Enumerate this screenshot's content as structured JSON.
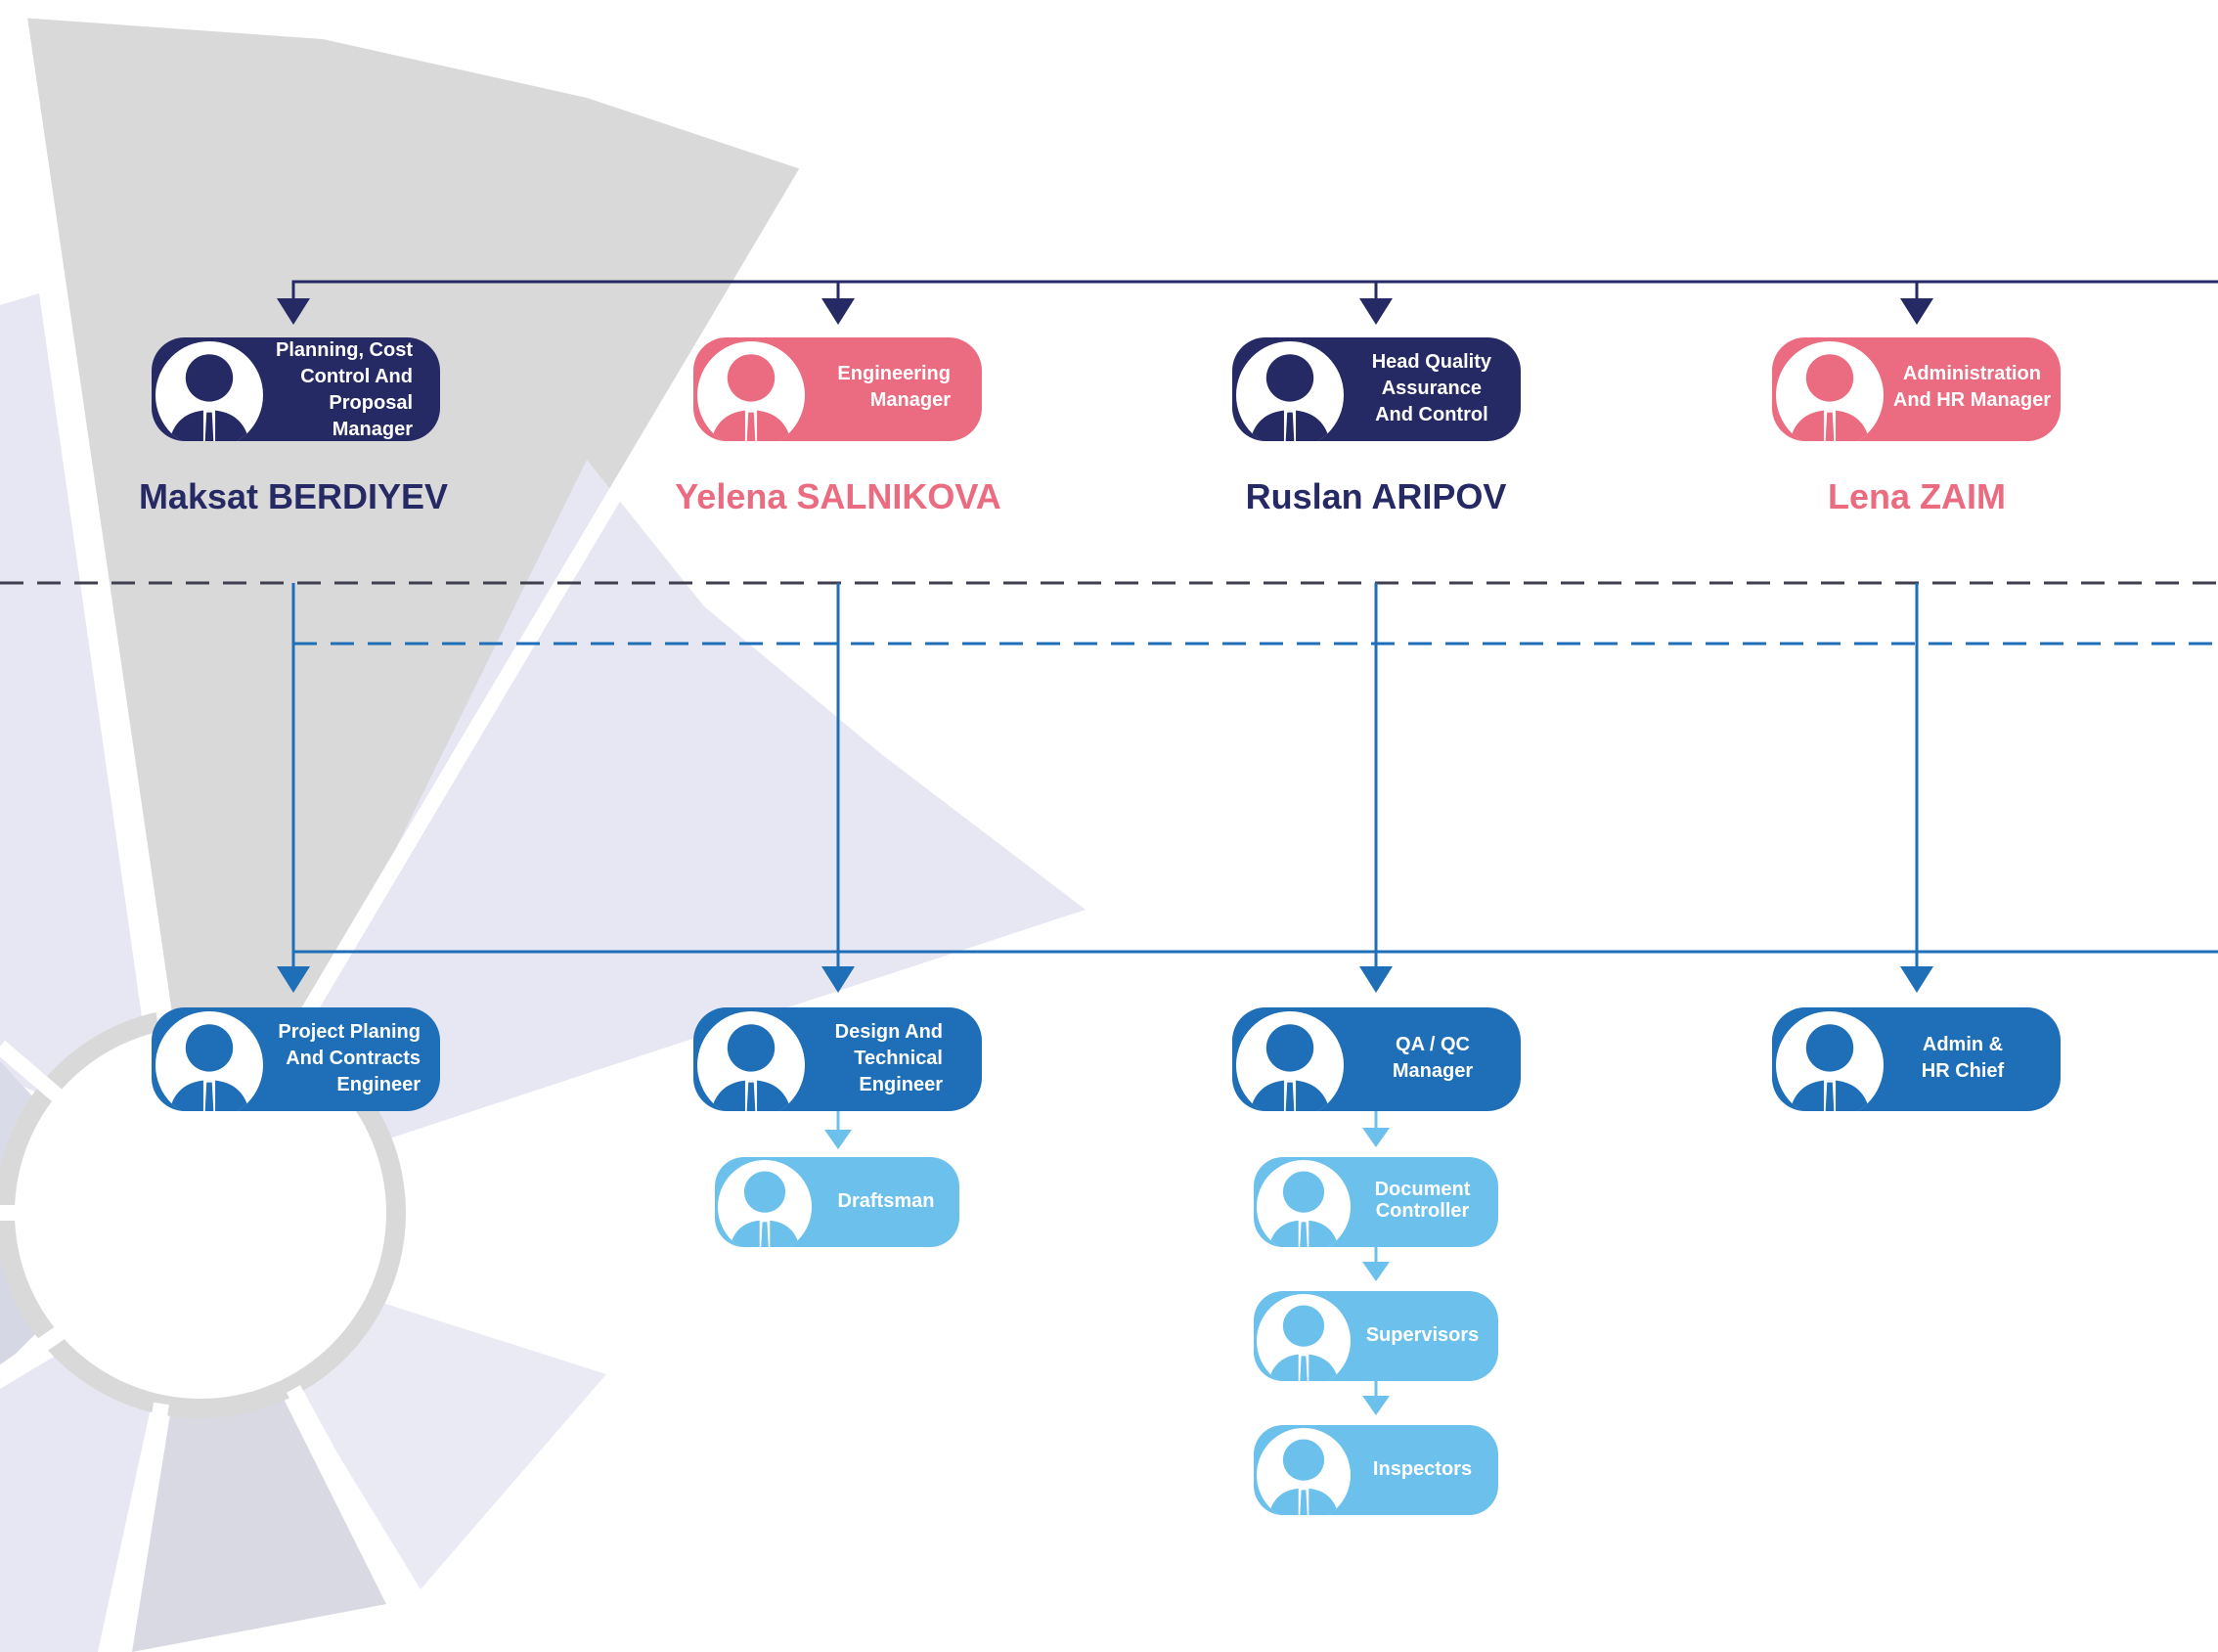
{
  "colors": {
    "navy": "#262a64",
    "pink": "#eb6b80",
    "blue": "#1e6eb8",
    "light_blue": "#6cc0ec",
    "decor_gray": "#d9d9d9",
    "decor_lavender": "#e6e7f2"
  },
  "icon": "person-with-tie-icon",
  "managers": [
    {
      "title_lines": [
        "Planning, Cost",
        "Control And",
        "Proposal",
        "Manager"
      ],
      "name": "Maksat BERDIYEV",
      "color": "navy"
    },
    {
      "title_lines": [
        "Engineering",
        "Manager"
      ],
      "name": "Yelena SALNIKOVA",
      "color": "pink"
    },
    {
      "title_lines": [
        "Head Quality",
        "Assurance",
        "And Control"
      ],
      "name": "Ruslan ARIPOV",
      "color": "navy"
    },
    {
      "title_lines": [
        "Administration",
        "And HR Manager"
      ],
      "name": "Lena ZAIM",
      "color": "pink"
    }
  ],
  "staff": [
    {
      "title_lines": [
        "Project Planing",
        "And Contracts",
        "Engineer"
      ]
    },
    {
      "title_lines": [
        "Design And",
        "Technical",
        "Engineer"
      ]
    },
    {
      "title_lines": [
        "QA / QC",
        "Manager"
      ]
    },
    {
      "title_lines": [
        "Admin &",
        "HR Chief"
      ]
    }
  ],
  "subordinates": {
    "engineering": [
      {
        "title_lines": [
          "Draftsman"
        ]
      }
    ],
    "quality": [
      {
        "title_lines": [
          "Document",
          "Controller"
        ]
      },
      {
        "title_lines": [
          "Supervisors"
        ]
      },
      {
        "title_lines": [
          "Inspectors"
        ]
      }
    ]
  }
}
